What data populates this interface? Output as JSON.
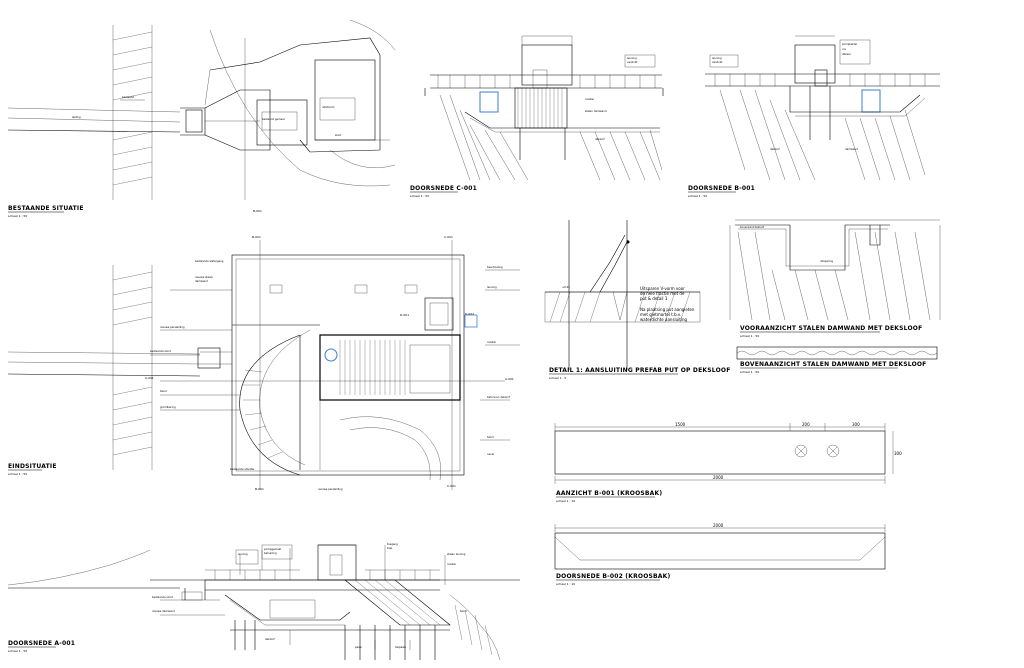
{
  "views": {
    "bestaande_situatie": {
      "title": "BESTAANDE SITUATIE",
      "scale": "schaal 1 : 50"
    },
    "doorsnede_c001": {
      "title": "DOORSNEDE C-001",
      "scale": "schaal 1 : 50"
    },
    "doorsnede_b001": {
      "title": "DOORSNEDE B-001",
      "scale": "schaal 1 : 50"
    },
    "eindsituatie": {
      "title": "EINDSITUATIE",
      "scale": "schaal 1 : 50"
    },
    "detail_1": {
      "title": "DETAIL 1: AANSLUITING PREFAB PUT OP DEKSLOOF",
      "scale": "schaal 1 : 5"
    },
    "vooraanzicht": {
      "title": "VOORAANZICHT STALEN DAMWAND MET DEKSLOOF",
      "scale": "schaal 1 : 50"
    },
    "bovenaanzicht": {
      "title": "BOVENAANZICHT STALEN DAMWAND MET DEKSLOOF",
      "scale": "schaal 1 : 50"
    },
    "aanzicht_b001": {
      "title": "AANZICHT B-001 (KROOSBAK)",
      "scale": "schaal 1 : 10"
    },
    "doorsnede_b002": {
      "title": "DOORSNEDE B-002 (KROOSBAK)",
      "scale": "schaal 1 : 10"
    },
    "doorsnede_a001": {
      "title": "DOORSNEDE A-001",
      "scale": "schaal 1 : 50"
    }
  },
  "markers": {
    "b001": "B-001",
    "c001": "C-001",
    "a001": "A-001",
    "d002": "D-002",
    "d001": "D-001"
  },
  "detail_notes": {
    "line1": "Uitsparen V-vorm voor",
    "line2": "de hele fractie met de",
    "line3": "put & detail 1",
    "line4": "Na plaatsing put aangieten",
    "line5": "met gietmortel t.b.v.",
    "line6": "waterdichte aansluiting",
    "level": "+0.45"
  },
  "dimensions": {
    "aanzicht_1500": "1500",
    "aanzicht_200": "200",
    "aanzicht_300": "300",
    "aanzicht_total": "2000",
    "aanzicht_height": "300",
    "doorsnede_total": "2000"
  }
}
